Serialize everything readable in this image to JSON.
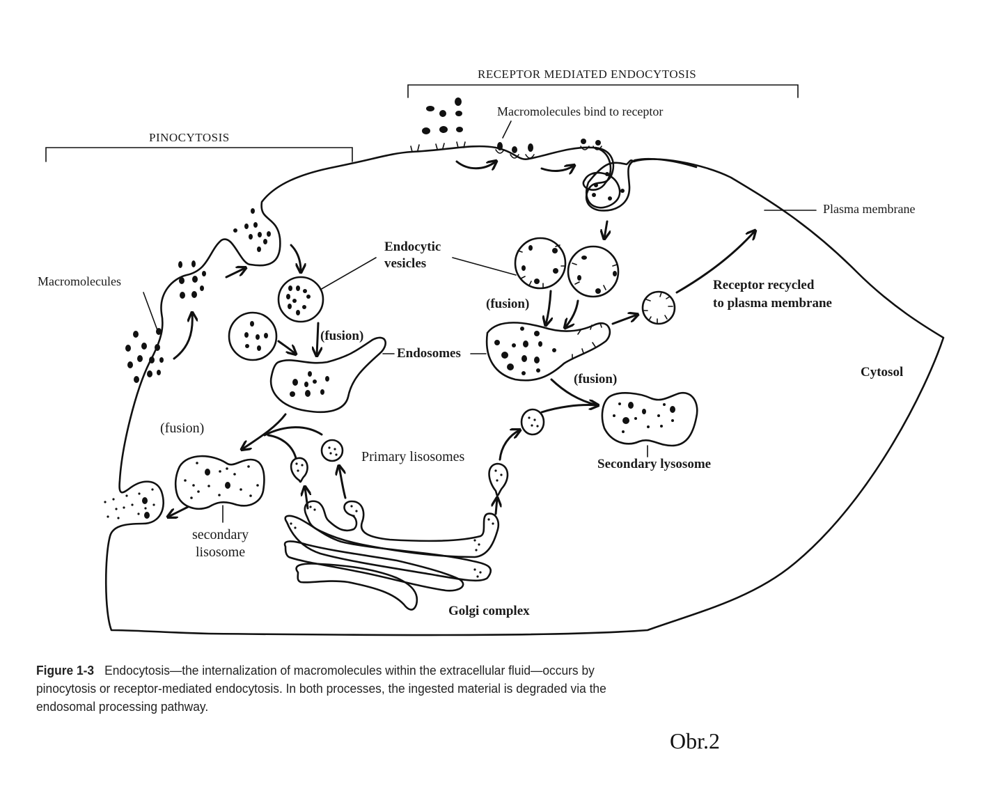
{
  "headers": {
    "pinocytosis": "PINOCYTOSIS",
    "receptor_mediated": "RECEPTOR MEDIATED ENDOCYTOSIS"
  },
  "labels": {
    "macromolecules_bind": "Macromolecules bind to receptor",
    "plasma_membrane": "Plasma membrane",
    "macromolecules": "Macromolecules",
    "endocytic_vesicles_line1": "Endocytic",
    "endocytic_vesicles_line2": "vesicles",
    "receptor_recycled_line1": "Receptor recycled",
    "receptor_recycled_line2": "to plasma membrane",
    "fusion_right_top": "(fusion)",
    "fusion_center": "(fusion)",
    "endosomes": "Endosomes",
    "cytosol": "Cytosol",
    "fusion_right_bottom": "(fusion)",
    "fusion_left": "(fusion)",
    "primary_lisosomes": "Primary lisosomes",
    "secondary_lysosome": "Secondary lysosome",
    "secondary_lisosome_line1": "secondary",
    "secondary_lisosome_line2": "lisosome",
    "golgi_complex": "Golgi complex"
  },
  "caption": {
    "figure_number": "Figure 1-3",
    "text": "Endocytosis—the internalization of macromolecules within the extracellular fluid—occurs by pinocytosis or receptor-mediated endocytosis. In both processes, the ingested material is degraded via the endosomal processing pathway."
  },
  "figure_tag": "Obr.2",
  "colors": {
    "ink": "#111111",
    "background": "#ffffff"
  }
}
